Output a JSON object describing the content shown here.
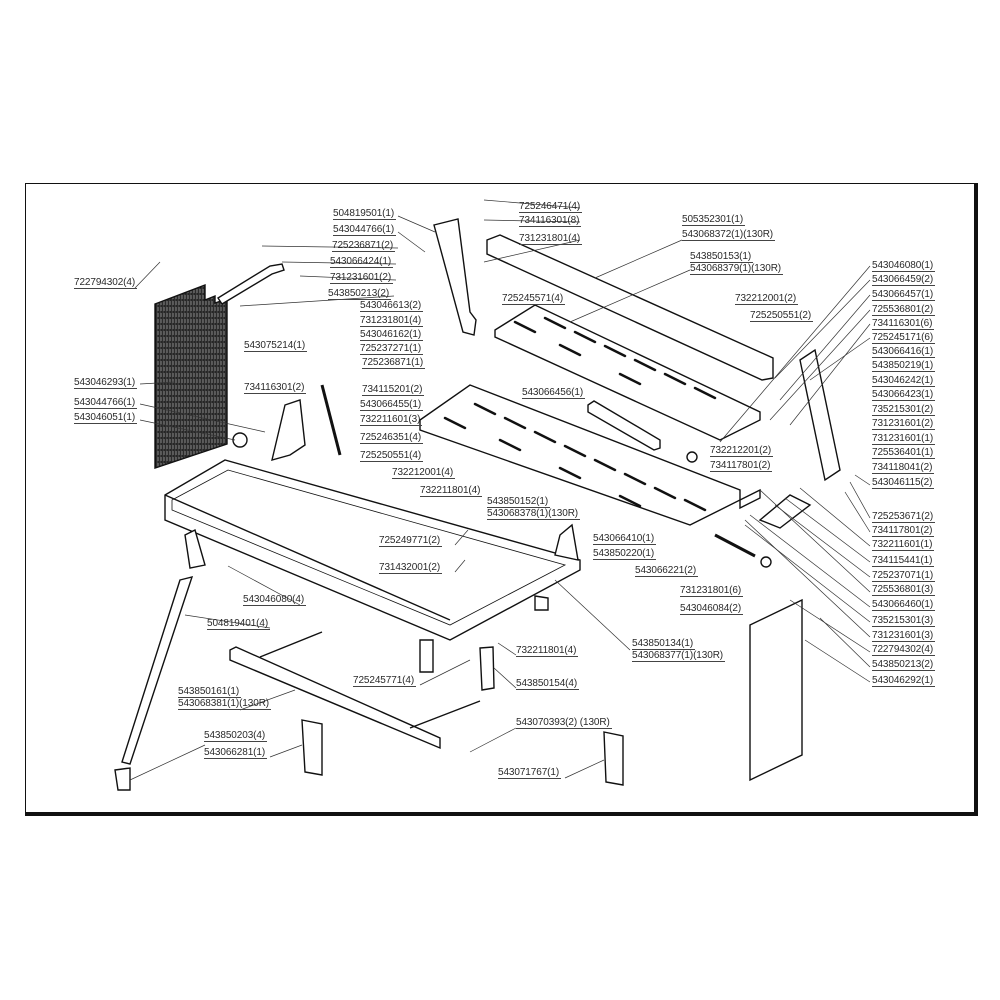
{
  "diagram": {
    "type": "exploded-parts-view",
    "labels": [
      "722794302(4)",
      "543046293(1)",
      "543044766(1)",
      "543046051(1)",
      "504819501(1)",
      "543044766(1)",
      "725236871(2)",
      "543066424(1)",
      "731231601(2)",
      "543850213(2)",
      "543046613(2)",
      "731231801(4)",
      "543046162(1)",
      "725237271(1)",
      "725236871(1)",
      "543075214(1)",
      "734116301(2)",
      "734115201(2)",
      "543066455(1)",
      "732211601(3)",
      "725246351(4)",
      "725250551(4)",
      "732212001(4)",
      "732211801(4)",
      "725246471(4)",
      "734116301(8)",
      "731231801(4)",
      "505352301(1)",
      "543068372(1)(130R)",
      "725245571(4)",
      "543850153(1)",
      "543068379(1)(130R)",
      "732212001(2)",
      "725250551(2)",
      "543066456(1)",
      "543046080(1)",
      "543066459(2)",
      "543066457(1)",
      "725536801(2)",
      "734116301(6)",
      "725245171(6)",
      "543066416(1)",
      "543850219(1)",
      "543046242(1)",
      "543066423(1)",
      "735215301(2)",
      "731231601(2)",
      "731231601(1)",
      "725536401(1)",
      "734118041(2)",
      "543046115(2)",
      "725253671(2)",
      "734117801(2)",
      "732211601(1)",
      "734115441(1)",
      "725237071(1)",
      "725536801(3)",
      "543066460(1)",
      "735215301(3)",
      "731231601(3)",
      "722794302(4)",
      "543850213(2)",
      "543046292(1)",
      "732212201(2)",
      "734117801(2)",
      "543850152(1)",
      "543068378(1)(130R)",
      "543066410(1)",
      "543850220(1)",
      "543066221(2)",
      "731231801(6)",
      "543046084(2)",
      "725249771(2)",
      "731432001(2)",
      "543046080(4)",
      "504819401(4)",
      "543850134(1)",
      "543068377(1)(130R)",
      "732211801(4)",
      "725245771(4)",
      "543850154(4)",
      "543850161(1)",
      "543068381(1)(130R)",
      "543070393(2) (130R)",
      "543850203(4)",
      "543066281(1)",
      "543071767(1)"
    ]
  }
}
